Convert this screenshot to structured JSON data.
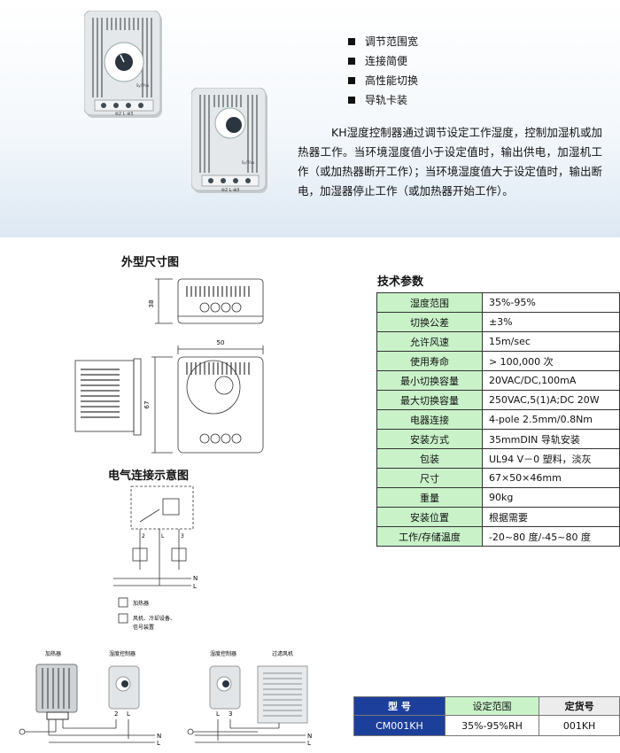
{
  "features": [
    "调节范围宽",
    "连接简便",
    "高性能切换",
    "导轨卡装"
  ],
  "description": "KH湿度控制器通过调节设定工作湿度，控制加湿机或加热器工作。当环境湿度值小于设定值时，输出供电，加湿机工作（或加热器断开工作）；当环境湿度值大于设定值时，输出断电，加湿器停止工作（或加热器开始工作）。",
  "product_labels": {
    "terminals": "⊜2 L ⊕3",
    "brand": "Sy/Thw"
  },
  "dimensions": {
    "title": "外型尺寸图",
    "height_top": "38",
    "width": "50",
    "height": "67"
  },
  "wiring": {
    "title": "电气连接示意图",
    "term_2": "2",
    "term_L": "L",
    "term_3": "3",
    "line_N": "N",
    "line_L": "L",
    "legend_heater": "加热器",
    "legend_fan_1": "风机、冷却设备、",
    "legend_fan_2": "信号装置"
  },
  "specs": {
    "title": "技术参数",
    "rows": [
      {
        "k": "湿度范围",
        "v": "35%-95%"
      },
      {
        "k": "切换公差",
        "v": "±3%"
      },
      {
        "k": "允许风速",
        "v": "15m/sec"
      },
      {
        "k": "使用寿命",
        "v": "> 100,000 次"
      },
      {
        "k": "最小切换容量",
        "v": "20VAC/DC,100mA"
      },
      {
        "k": "最大切换容量",
        "v": "250VAC,5(1)A;DC 20W"
      },
      {
        "k": "电器连接",
        "v": "4-pole 2.5mm/0.8Nm"
      },
      {
        "k": "安装方式",
        "v": "35mmDIN 导轨安装"
      },
      {
        "k": "包装",
        "v": "UL94 V－0 塑料，淡灰"
      },
      {
        "k": "尺寸",
        "v": "67×50×46mm"
      },
      {
        "k": "重量",
        "v": "90kg"
      },
      {
        "k": "安装位置",
        "v": "根据需要"
      },
      {
        "k": "工作/存储温度",
        "v": "-20~80 度/-45~80 度"
      }
    ]
  },
  "bottom": {
    "heater": "加热器",
    "controller": "湿度控制器",
    "controller2": "湿度控制器",
    "filter_fan": "过滤风机",
    "t2": "2",
    "tL": "L",
    "tL2": "L",
    "t3": "3",
    "n1": "N",
    "l1": "L",
    "n2": "N",
    "l2": "L"
  },
  "order": {
    "h_model": "型 号",
    "h_range": "设定范围",
    "h_code": "定货号",
    "model": "CM001KH",
    "range": "35%-95%RH",
    "code": "001KH"
  }
}
